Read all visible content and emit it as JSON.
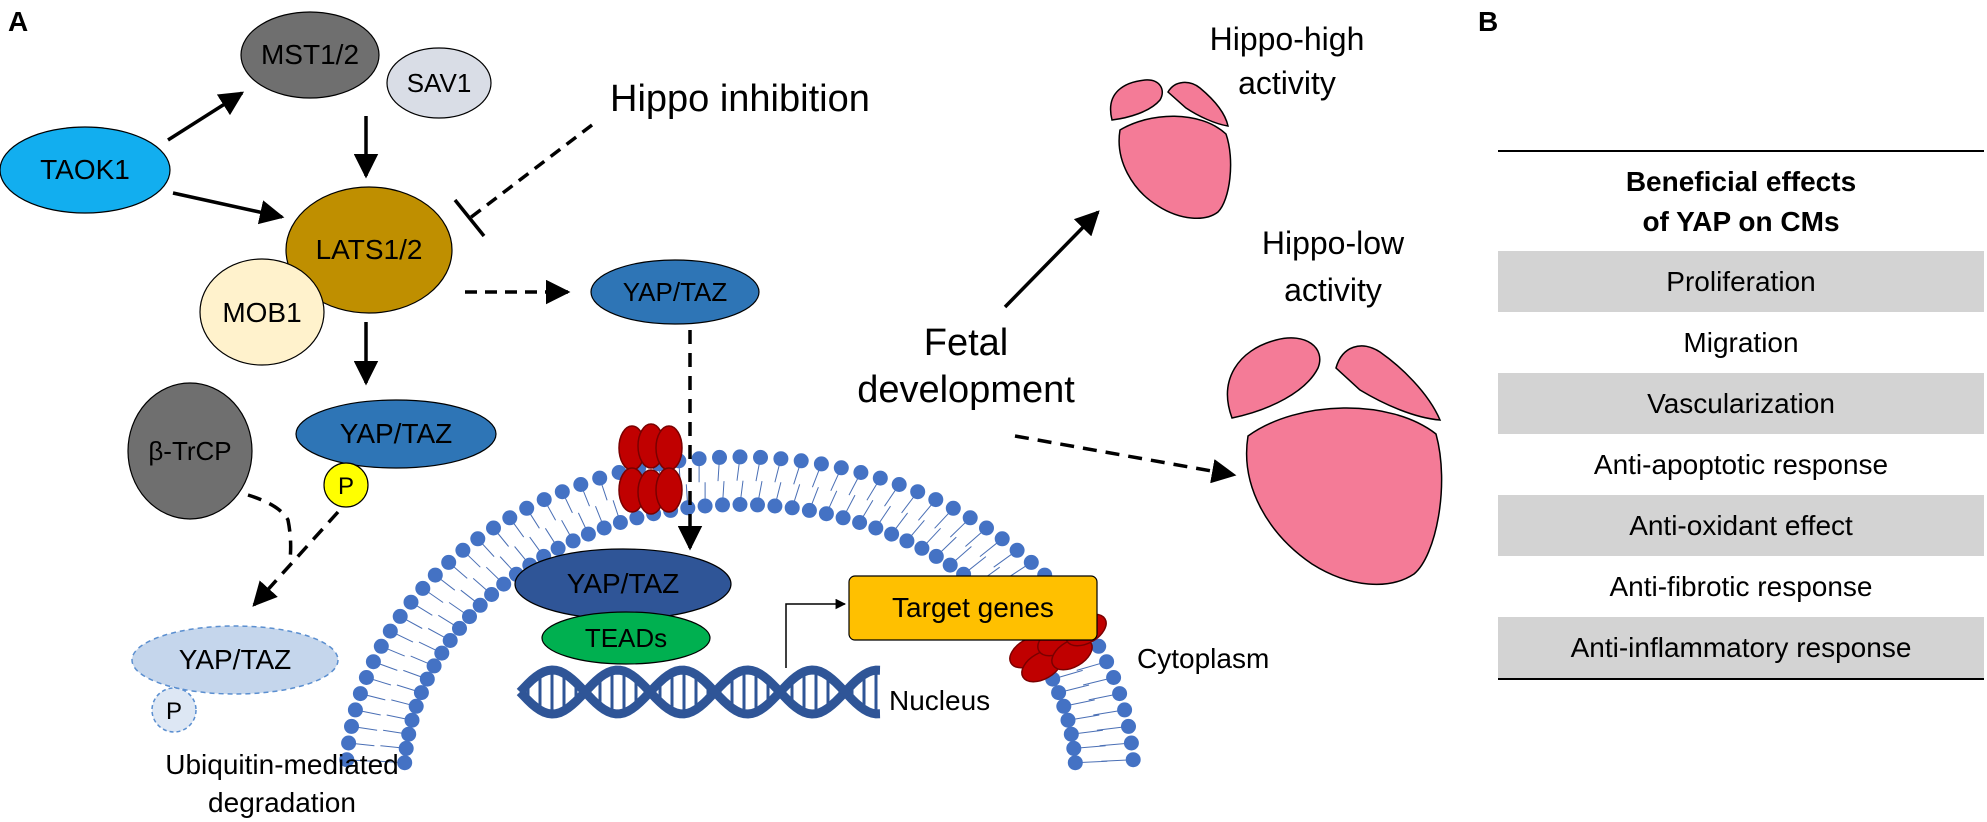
{
  "panel_a_label": "A",
  "panel_b_label": "B",
  "nodes": {
    "mst": "MST1/2",
    "sav": "SAV1",
    "taok": "TAOK1",
    "lats": "LATS1/2",
    "mob": "MOB1",
    "yap_top": "YAP/TAZ",
    "yap_phos": "YAP/TAZ",
    "p_phos": "P",
    "btrcp": "β-TrCP",
    "yap_deg": "YAP/TAZ",
    "p_deg": "P",
    "yap_nuc": "YAP/TAZ",
    "teads": "TEADs",
    "target": "Target genes"
  },
  "labels": {
    "hippo_inhibition": "Hippo inhibition",
    "ubiquitin_line1": "Ubiquitin-mediated",
    "ubiquitin_line2": "degradation",
    "nucleus": "Nucleus",
    "cytoplasm": "Cytoplasm",
    "fetal_line1": "Fetal",
    "fetal_line2": "development",
    "hippo_high_line1": "Hippo-high",
    "hippo_high_line2": "activity",
    "hippo_low_line1": "Hippo-low",
    "hippo_low_line2": "activity"
  },
  "colors": {
    "taok": "#12aeef",
    "mst": "#6f6f6f",
    "sav": "#d9dde6",
    "lats": "#bf8f00",
    "mob": "#fff2cc",
    "yap": "#2e75b6",
    "yap_nuc": "#2f5597",
    "phos": "#ffff00",
    "degraded": "#c5d6ec",
    "teads": "#00b050",
    "target": "#ffc000",
    "heart": "#f47b97",
    "channel": "#c00000",
    "membrane_head": "#4472c4",
    "dna": "#2f5597"
  },
  "table": {
    "header_line1": "Beneficial effects",
    "header_line2": "of YAP on CMs",
    "rows": [
      "Proliferation",
      "Migration",
      "Vascularization",
      "Anti-apoptotic response",
      "Anti-oxidant effect",
      "Anti-fibrotic response",
      "Anti-inflammatory response"
    ]
  }
}
